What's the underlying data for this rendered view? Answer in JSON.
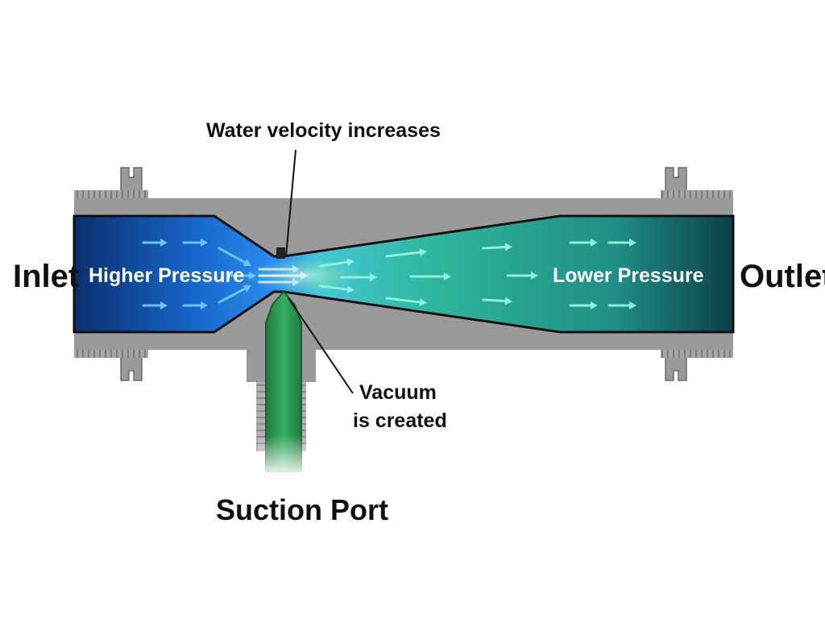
{
  "labels": {
    "inlet": "Inlet",
    "outlet": "Outlet",
    "higher_pressure": "Higher Pressure",
    "lower_pressure": "Lower Pressure",
    "velocity": "Water velocity increases",
    "vacuum_line1": "Vacuum",
    "vacuum_line2": "is created",
    "suction_port": "Suction Port"
  },
  "colors": {
    "inlet_fluid": "#1e7fe0",
    "inlet_fluid_dark": "#0b2f6e",
    "outlet_fluid": "#3fc2a2",
    "outlet_fluid_dark": "#0d3f48",
    "suction_fluid": "#2c9c55",
    "pipe_body": "#9a9a9a",
    "arrow_inlet": "#6cc4ff",
    "arrow_outlet": "#8ef0d8"
  }
}
